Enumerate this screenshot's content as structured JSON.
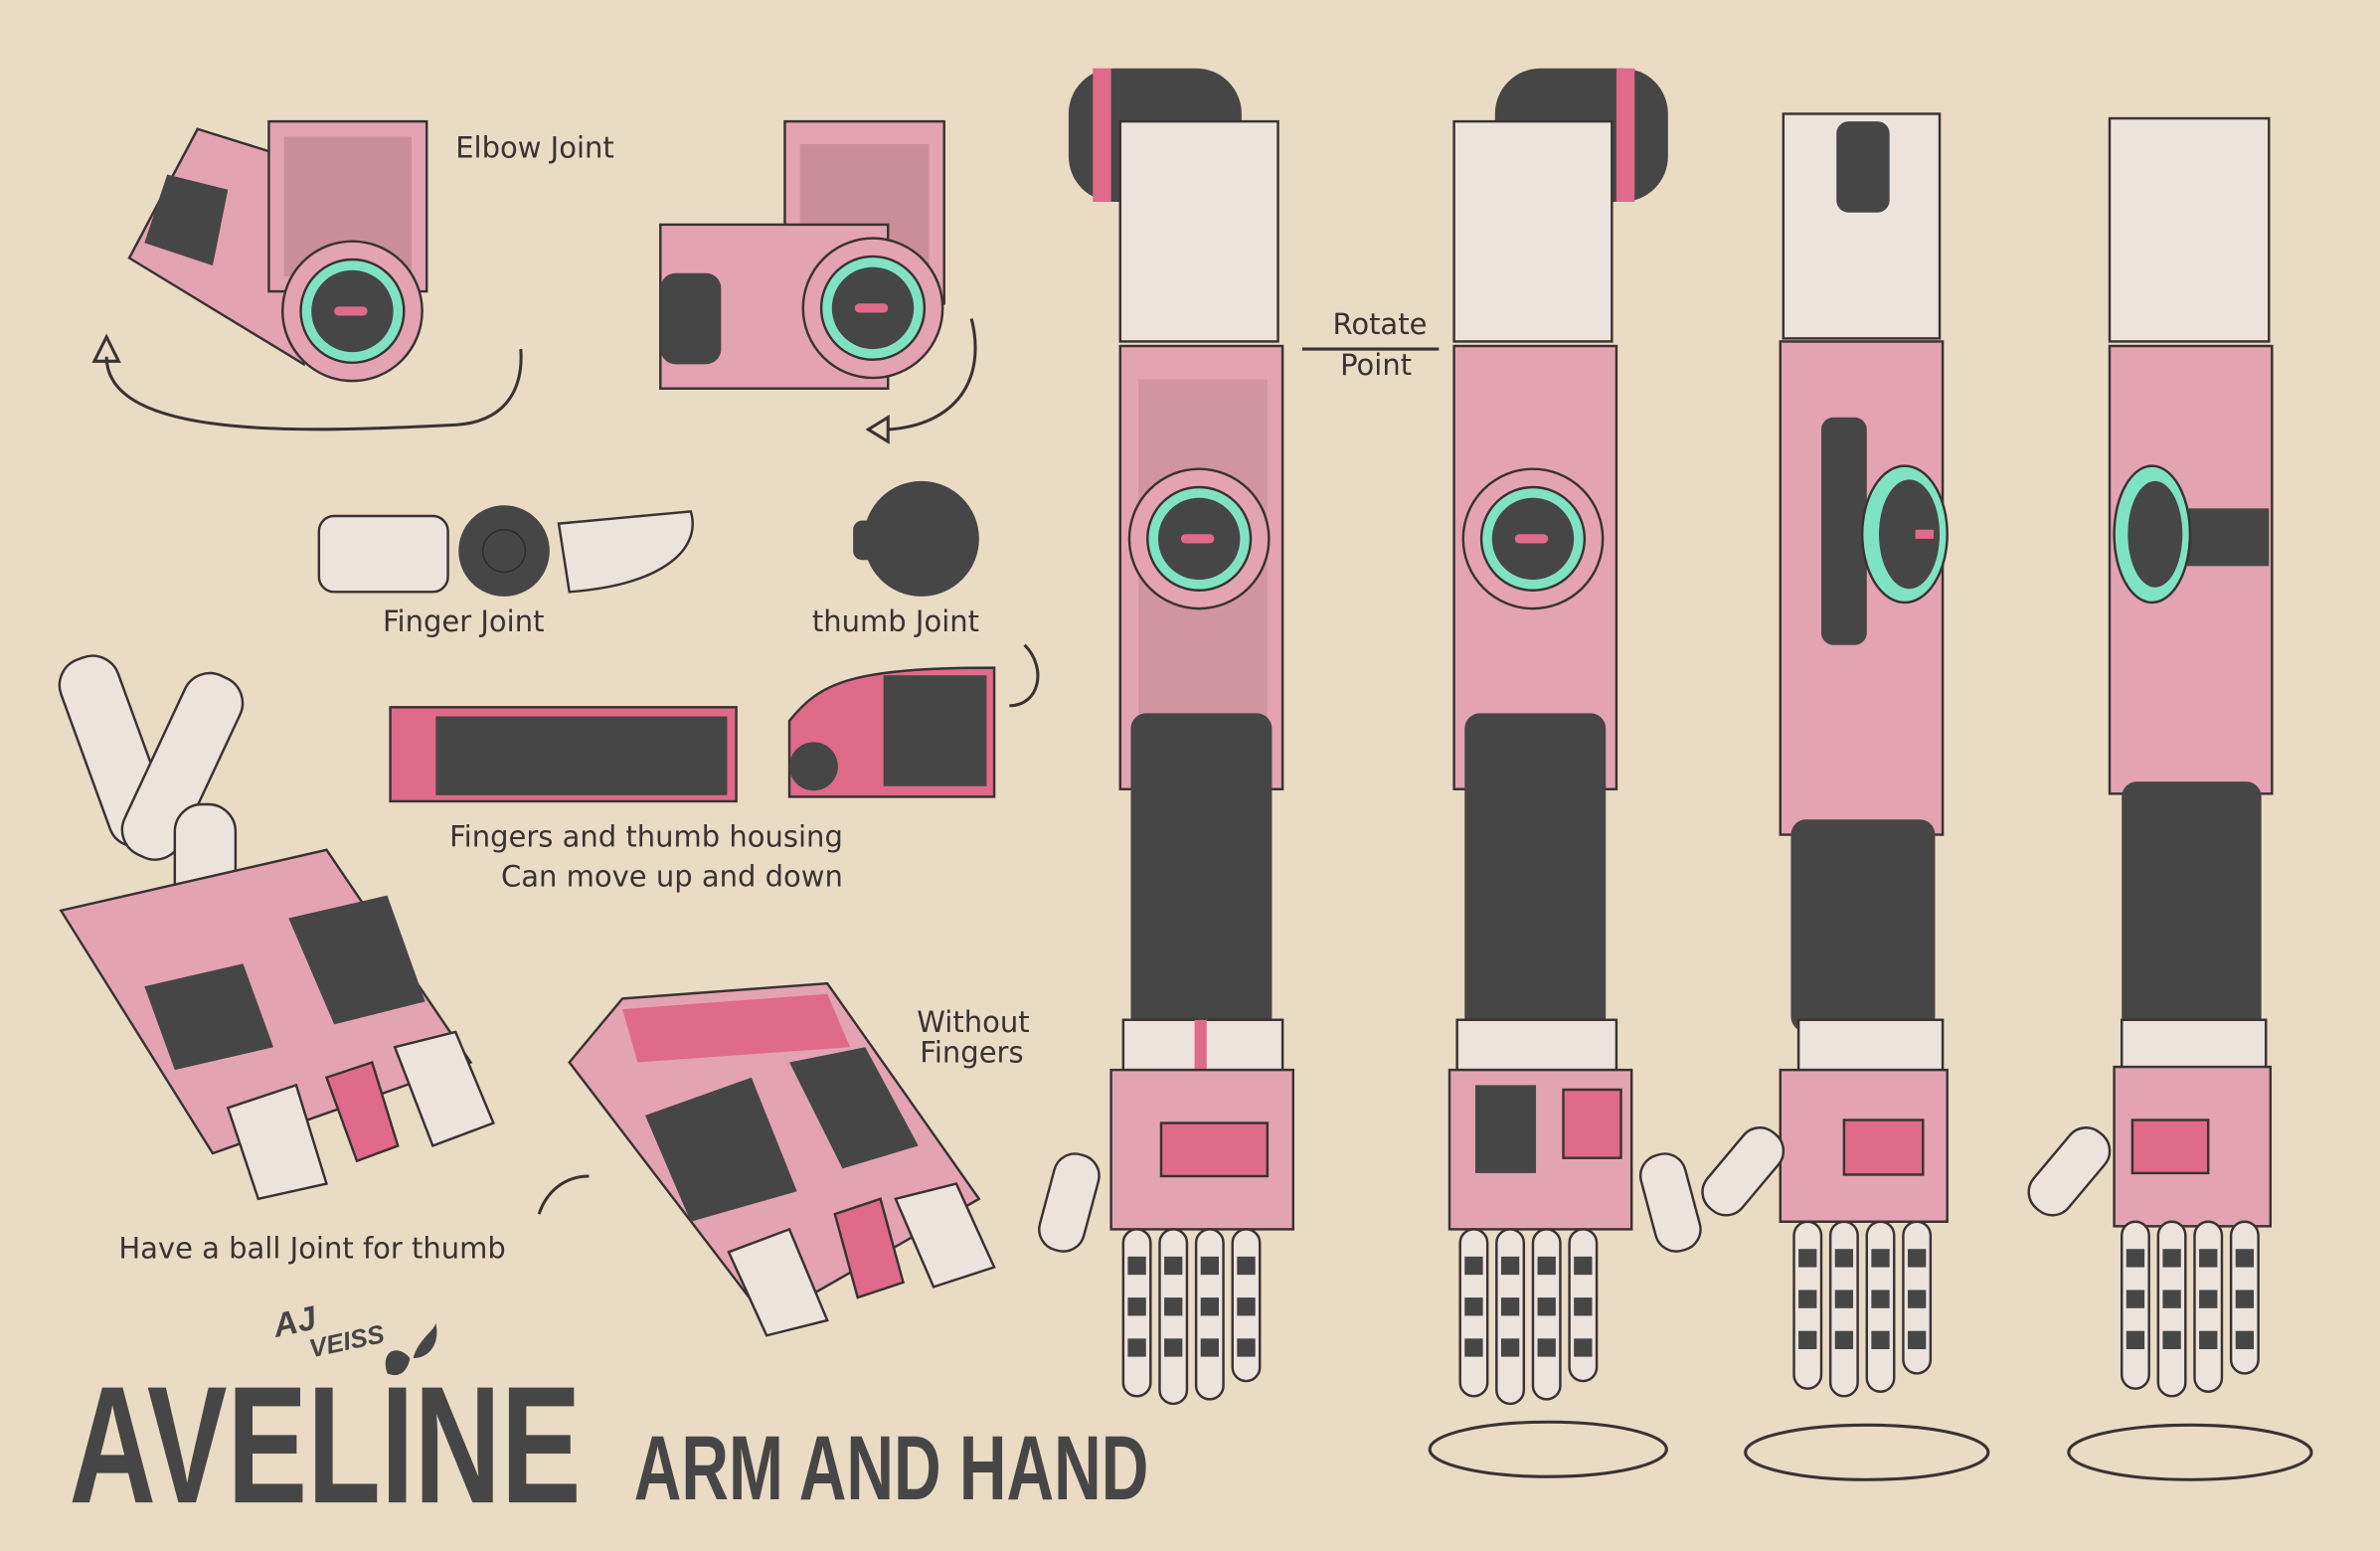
{
  "colors": {
    "background": "#e9dbc4",
    "pink": "#e3a3b3",
    "hot_pink": "#e06a8a",
    "dark_grey": "#474646",
    "cream": "#ebe3dc",
    "teal": "#7fe3c3"
  },
  "labels": {
    "elbow_joint": "Elbow Joint",
    "rotate": "Rotate",
    "point": "Point",
    "finger_joint": "Finger Joint",
    "thumb_joint": "thumb Joint",
    "housing_line1": "Fingers and thumb housing",
    "housing_line2": "Can move up and down",
    "without": "Without",
    "fingers": "Fingers",
    "ball_joint": "Have a ball Joint for thumb"
  },
  "signature": {
    "line1": "AJ",
    "line2": "VEISS"
  },
  "title": {
    "name": "AVELINE",
    "subtitle": "ARM AND HAND"
  }
}
